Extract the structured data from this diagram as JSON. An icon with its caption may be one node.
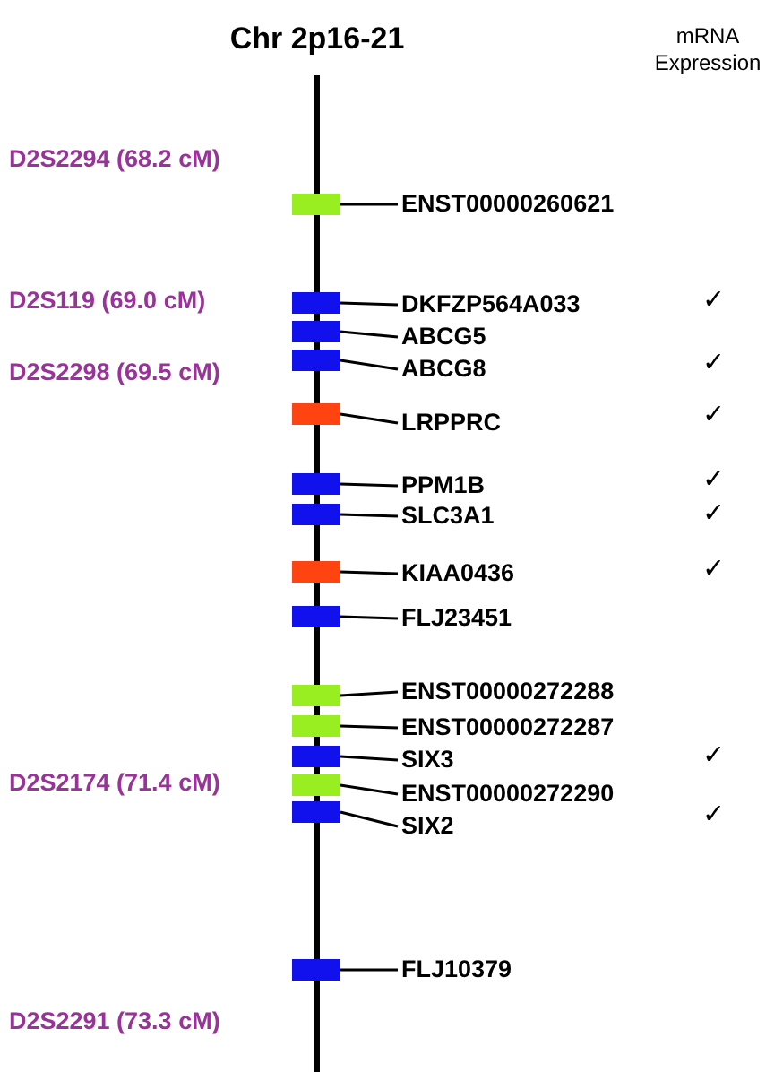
{
  "diagram": {
    "title": "Chr 2p16-21",
    "nodes": [
      {
        "text": [],
        "shape": "bar"
      },
      {
        "text": [
          "ENST00000260621"
        ]
      },
      {
        "text": [],
        "shape": "bar"
      },
      {
        "text": [
          "DKFZP564A033"
        ]
      },
      {
        "text": [],
        "shape": "bar"
      },
      {
        "text": [
          "ABCG5"
        ]
      },
      {
        "text": [],
        "shape": "bar"
      },
      {
        "text": [
          "ABCG8"
        ]
      },
      {
        "text": [],
        "shape": "bar"
      },
      {
        "text": [
          "LRPPRC"
        ]
      },
      {
        "text": [],
        "shape": "bar"
      },
      {
        "text": [
          "PPM1B"
        ]
      },
      {
        "text": [],
        "shape": "bar"
      },
      {
        "text": [
          "SLC3A1"
        ]
      },
      {
        "text": [],
        "shape": "bar"
      },
      {
        "text": [
          "KIAA0436"
        ]
      },
      {
        "text": [],
        "shape": "bar"
      },
      {
        "text": [
          "FLJ23451"
        ]
      },
      {
        "text": [],
        "shape": "bar"
      },
      {
        "text": [
          "ENST00000272288"
        ]
      },
      {
        "text": [],
        "shape": "bar"
      },
      {
        "text": [
          "ENST00000272287"
        ]
      },
      {
        "text": [],
        "shape": "bar"
      },
      {
        "text": [
          "SIX3"
        ]
      },
      {
        "text": [],
        "shape": "bar"
      },
      {
        "text": [
          "ENST00000272290"
        ]
      },
      {
        "text": [],
        "shape": "bar"
      },
      {
        "text": [
          "SIX2"
        ]
      },
      {
        "text": [],
        "shape": "bar"
      },
      {
        "text": [
          "FLJ10379"
        ]
      }
    ],
    "edges": [
      {
        "from": 1,
        "to": 0,
        "arrow": "none"
      },
      {
        "from": 3,
        "to": 2,
        "arrow": "none"
      },
      {
        "from": 5,
        "to": 4,
        "arrow": "none"
      },
      {
        "from": 7,
        "to": 6,
        "arrow": "none"
      },
      {
        "from": 9,
        "to": 8,
        "arrow": "none"
      },
      {
        "from": 11,
        "to": 10,
        "arrow": "none"
      },
      {
        "from": 13,
        "to": 12,
        "arrow": "none"
      },
      {
        "from": 15,
        "to": 14,
        "arrow": "none"
      },
      {
        "from": 17,
        "to": 16,
        "arrow": "none"
      },
      {
        "from": 19,
        "to": 18,
        "arrow": "none"
      },
      {
        "from": 21,
        "to": 20,
        "arrow": "none"
      },
      {
        "from": 23,
        "to": 22,
        "arrow": "none"
      },
      {
        "from": 25,
        "to": 24,
        "arrow": "none"
      },
      {
        "from": 27,
        "to": 26,
        "arrow": "none"
      },
      {
        "from": 29,
        "to": 28,
        "arrow": "none"
      }
    ],
    "labels": [
      "mRNA Expression",
      "D2S2294 (68.2 cM)",
      "D2S119 (69.0 cM)",
      "✓",
      "D2S2298 (69.5 cM)",
      "✓",
      "✓",
      "✓",
      "✓",
      "✓",
      "✓",
      "D2S2174 (71.4 cM)",
      "✓",
      "D2S2291 (73.3 cM)"
    ]
  }
}
